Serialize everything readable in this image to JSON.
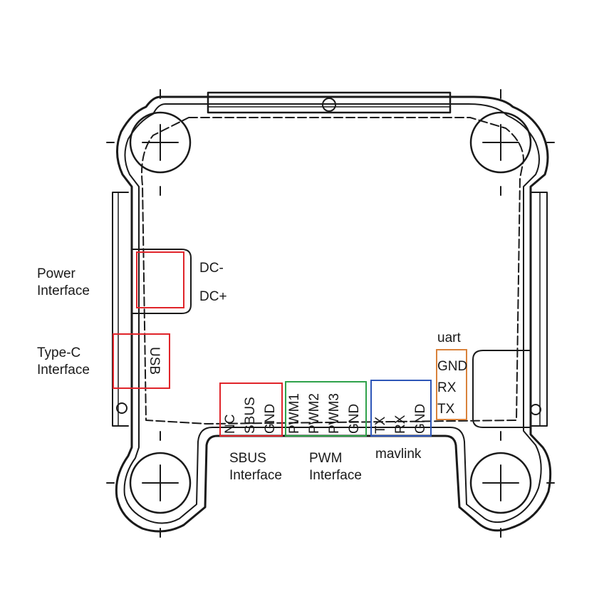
{
  "colors": {
    "outline": "#1a1a1a",
    "power": "#e0242a",
    "sbus": "#e0242a",
    "usb": "#e0242a",
    "pwm": "#2fa24a",
    "mavlink": "#2e56b8",
    "uart": "#d9823b"
  },
  "labels": {
    "power_line1": "Power",
    "power_line2": "Interface",
    "typec_line1": "Type-C",
    "typec_line2": "Interface",
    "dc_minus": "DC-",
    "dc_plus": "DC+",
    "usb": "USB",
    "uart": "uart",
    "sbus_line1": "SBUS",
    "sbus_line2": "Interface",
    "pwm_line1": "PWM",
    "pwm_line2": "Interface",
    "mavlink": "mavlink"
  },
  "pins": {
    "sbus": [
      "NC",
      "SBUS",
      "GND"
    ],
    "pwm": [
      "PWM1",
      "PWM2",
      "PWM3",
      "GND"
    ],
    "mavlink": [
      "TX",
      "RX",
      "GND"
    ],
    "uart": [
      "GND",
      "RX",
      "TX"
    ]
  }
}
